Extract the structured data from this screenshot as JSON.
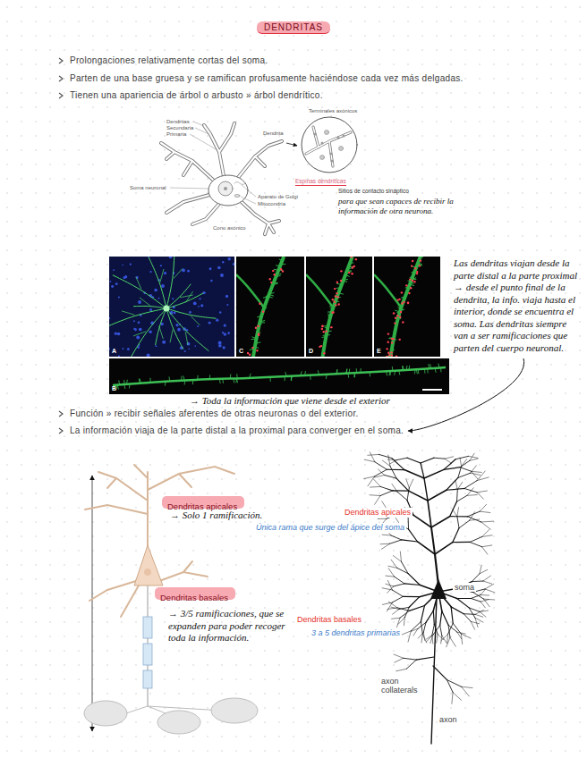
{
  "diagram": {
    "title": "DENDRITAS",
    "nodes": [
      {
        "text": [
          "Dendritas apicales"
        ]
      },
      {
        "text": [
          "Dendritas basales"
        ]
      },
      {
        "text": [
          "A"
        ]
      },
      {
        "text": [
          "C"
        ]
      },
      {
        "text": [
          "D"
        ]
      },
      {
        "text": [
          "E"
        ]
      },
      {
        "text": [
          "B"
        ]
      }
    ],
    "labels": [
      "Prolongaciones relativamente cortas del soma.",
      "Parten de una base gruesa y se ramifican profusamente haciéndose cada vez más delgadas.",
      "Tienen una apariencia de árbol o arbusto » árbol dendrítico.",
      "Dendritas",
      "Secundaria",
      "Primaria",
      "Soma neuronal",
      "Aparato de Golgi",
      "Mitocondria",
      "Cono axónico",
      "Terminales axónicos",
      "Dendrita",
      "Espinas dendríticas",
      "Sitios de contacto sináptico",
      "para que sean capaces de recibir la información de otra neurona.",
      "Las dendritas viajan desde la parte distal a la parte proximal → desde el punto final de la dendrita, la info. viaja hasta el interior, donde se encuentra el soma. Las dendritas siempre van a ser ramificaciones que parten del cuerpo neuronal.",
      "→ Toda la información que viene desde el exterior",
      "Función » recibir señales aferentes de otras neuronas o del exterior.",
      "La información viaja de la parte distal a la proximal para converger en el soma.",
      "→ Solo 1 ramificación.",
      "→ 3/5 ramificaciones, que se expanden para poder recoger toda la información.",
      "Dendritas apicales",
      "Única rama que surge del ápice del soma",
      "soma",
      "Dendritas basales",
      "3 a 5 dendritas primarias",
      "axon collaterals",
      "axon"
    ]
  }
}
